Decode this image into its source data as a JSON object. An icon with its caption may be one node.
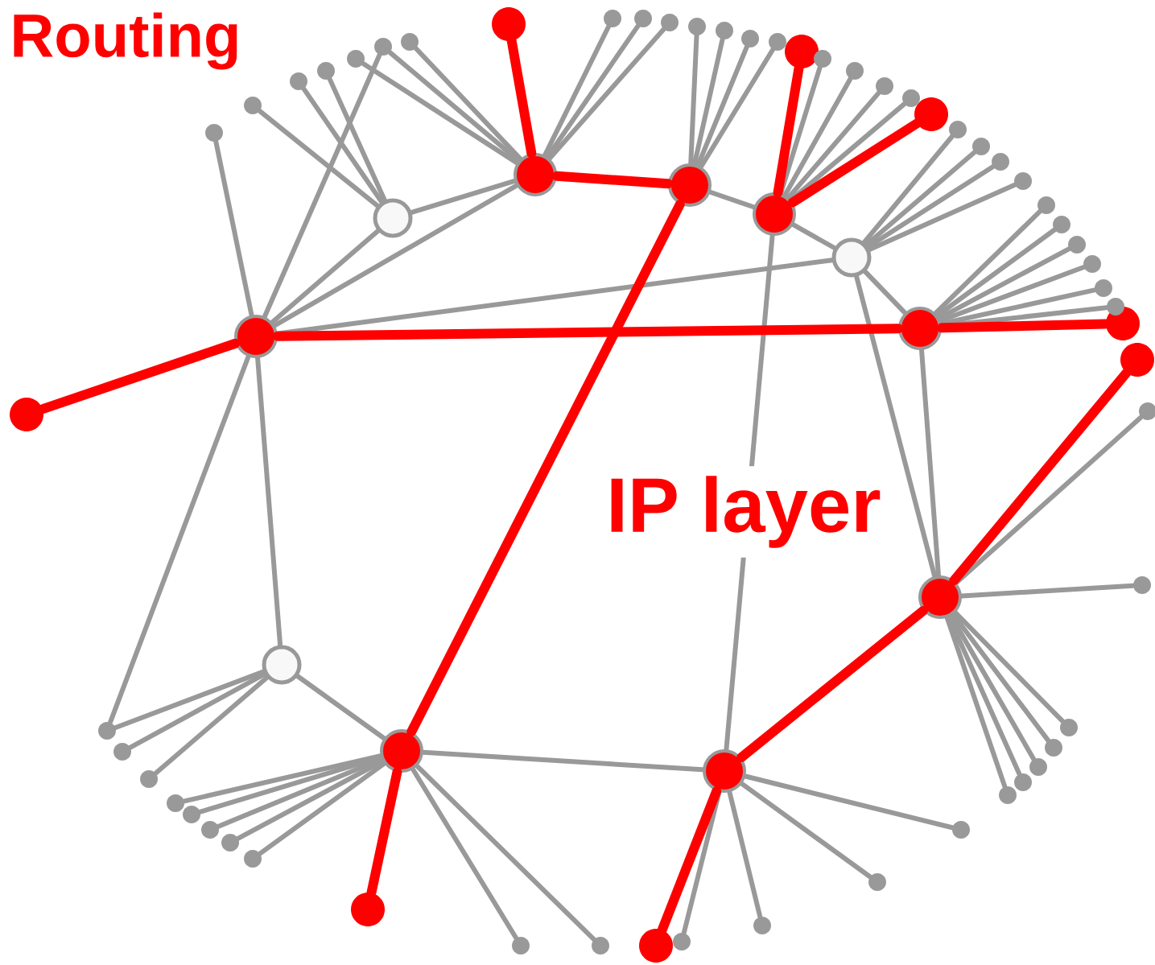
{
  "diagram": {
    "nodes": [
      {
        "text": [],
        "shape": "circle"
      },
      {
        "text": [],
        "shape": "circle"
      },
      {
        "text": [],
        "shape": "circle"
      },
      {
        "text": [],
        "shape": "circle"
      },
      {
        "text": [],
        "shape": "circle"
      },
      {
        "text": [],
        "shape": "circle"
      },
      {
        "text": [],
        "shape": "circle"
      },
      {
        "text": [],
        "shape": "circle"
      },
      {
        "text": [],
        "shape": "circle"
      },
      {
        "text": [],
        "shape": "circle"
      },
      {
        "text": [],
        "shape": "circle"
      },
      {
        "text": [],
        "shape": "circle"
      },
      {
        "text": [],
        "shape": "circle"
      },
      {
        "text": [],
        "shape": "circle"
      },
      {
        "text": [],
        "shape": "circle"
      },
      {
        "text": [],
        "shape": "circle"
      },
      {
        "text": [],
        "shape": "circle"
      },
      {
        "text": [],
        "shape": "circle"
      },
      {
        "text": [],
        "shape": "circle"
      },
      {
        "text": [],
        "shape": "circle"
      },
      {
        "text": [],
        "shape": "circle"
      },
      {
        "text": [],
        "shape": "circle"
      },
      {
        "text": [],
        "shape": "circle"
      },
      {
        "text": [],
        "shape": "circle"
      },
      {
        "text": [],
        "shape": "circle"
      },
      {
        "text": [],
        "shape": "circle"
      },
      {
        "text": [],
        "shape": "circle"
      },
      {
        "text": [],
        "shape": "circle"
      },
      {
        "text": [],
        "shape": "circle"
      },
      {
        "text": [],
        "shape": "circle"
      },
      {
        "text": [],
        "shape": "circle"
      },
      {
        "text": [],
        "shape": "circle"
      },
      {
        "text": [],
        "shape": "circle"
      },
      {
        "text": [],
        "shape": "circle"
      },
      {
        "text": [],
        "shape": "circle"
      },
      {
        "text": [],
        "shape": "circle"
      },
      {
        "text": [],
        "shape": "circle"
      },
      {
        "text": [],
        "shape": "circle"
      },
      {
        "text": [],
        "shape": "circle"
      },
      {
        "text": [],
        "shape": "circle"
      },
      {
        "text": [],
        "shape": "circle"
      },
      {
        "text": [],
        "shape": "circle"
      },
      {
        "text": [],
        "shape": "circle"
      },
      {
        "text": [],
        "shape": "circle"
      },
      {
        "text": [],
        "shape": "circle"
      },
      {
        "text": [],
        "shape": "circle"
      },
      {
        "text": [],
        "shape": "circle"
      },
      {
        "text": [],
        "shape": "circle"
      },
      {
        "text": [],
        "shape": "circle"
      },
      {
        "text": [],
        "shape": "circle"
      },
      {
        "text": [],
        "shape": "circle"
      },
      {
        "text": [],
        "shape": "circle"
      },
      {
        "text": [],
        "shape": "circle"
      },
      {
        "text": [],
        "shape": "circle"
      },
      {
        "text": [],
        "shape": "circle"
      },
      {
        "text": [],
        "shape": "circle"
      },
      {
        "text": [],
        "shape": "circle"
      },
      {
        "text": [],
        "shape": "circle"
      },
      {
        "text": [],
        "shape": "circle"
      },
      {
        "text": [],
        "shape": "circle"
      },
      {
        "text": [],
        "shape": "circle"
      },
      {
        "text": [],
        "shape": "circle"
      },
      {
        "text": [],
        "shape": "circle"
      },
      {
        "text": [],
        "shape": "circle"
      },
      {
        "text": [],
        "shape": "circle"
      },
      {
        "text": [],
        "shape": "circle"
      },
      {
        "text": [],
        "shape": "circle"
      },
      {
        "text": [],
        "shape": "circle"
      }
    ],
    "edges": [
      {
        "from": 0,
        "to": 1,
        "arrow": "none"
      },
      {
        "from": 0,
        "to": 2,
        "arrow": "none"
      },
      {
        "from": 1,
        "to": 2,
        "arrow": "none"
      },
      {
        "from": 0,
        "to": 5,
        "arrow": "none"
      },
      {
        "from": 0,
        "to": 7,
        "arrow": "none"
      },
      {
        "from": 3,
        "to": 4,
        "arrow": "none"
      },
      {
        "from": 4,
        "to": 5,
        "arrow": "none"
      },
      {
        "from": 5,
        "to": 6,
        "arrow": "none"
      },
      {
        "from": 5,
        "to": 9,
        "arrow": "none"
      },
      {
        "from": 6,
        "to": 9,
        "arrow": "none"
      },
      {
        "from": 4,
        "to": 10,
        "arrow": "none"
      },
      {
        "from": 7,
        "to": 8,
        "arrow": "none"
      },
      {
        "from": 8,
        "to": 10,
        "arrow": "none"
      },
      {
        "from": 0,
        "to": 19,
        "arrow": "none"
      },
      {
        "from": 0,
        "to": 20,
        "arrow": "none"
      },
      {
        "from": 0,
        "to": 21,
        "arrow": "none"
      },
      {
        "from": 2,
        "to": 20,
        "arrow": "none"
      },
      {
        "from": 1,
        "to": 22,
        "arrow": "none"
      },
      {
        "from": 1,
        "to": 23,
        "arrow": "none"
      },
      {
        "from": 1,
        "to": 24,
        "arrow": "none"
      },
      {
        "from": 2,
        "to": 25,
        "arrow": "none"
      },
      {
        "from": 2,
        "to": 26,
        "arrow": "none"
      },
      {
        "from": 2,
        "to": 27,
        "arrow": "none"
      },
      {
        "from": 2,
        "to": 28,
        "arrow": "none"
      },
      {
        "from": 2,
        "to": 29,
        "arrow": "none"
      },
      {
        "from": 3,
        "to": 30,
        "arrow": "none"
      },
      {
        "from": 3,
        "to": 31,
        "arrow": "none"
      },
      {
        "from": 3,
        "to": 32,
        "arrow": "none"
      },
      {
        "from": 3,
        "to": 33,
        "arrow": "none"
      },
      {
        "from": 4,
        "to": 34,
        "arrow": "none"
      },
      {
        "from": 4,
        "to": 35,
        "arrow": "none"
      },
      {
        "from": 4,
        "to": 36,
        "arrow": "none"
      },
      {
        "from": 4,
        "to": 37,
        "arrow": "none"
      },
      {
        "from": 5,
        "to": 38,
        "arrow": "none"
      },
      {
        "from": 5,
        "to": 39,
        "arrow": "none"
      },
      {
        "from": 5,
        "to": 40,
        "arrow": "none"
      },
      {
        "from": 5,
        "to": 41,
        "arrow": "none"
      },
      {
        "from": 6,
        "to": 42,
        "arrow": "none"
      },
      {
        "from": 6,
        "to": 43,
        "arrow": "none"
      },
      {
        "from": 6,
        "to": 44,
        "arrow": "none"
      },
      {
        "from": 6,
        "to": 45,
        "arrow": "none"
      },
      {
        "from": 6,
        "to": 46,
        "arrow": "none"
      },
      {
        "from": 6,
        "to": 47,
        "arrow": "none"
      },
      {
        "from": 9,
        "to": 48,
        "arrow": "none"
      },
      {
        "from": 9,
        "to": 49,
        "arrow": "none"
      },
      {
        "from": 9,
        "to": 50,
        "arrow": "none"
      },
      {
        "from": 9,
        "to": 51,
        "arrow": "none"
      },
      {
        "from": 9,
        "to": 52,
        "arrow": "none"
      },
      {
        "from": 9,
        "to": 53,
        "arrow": "none"
      },
      {
        "from": 9,
        "to": 54,
        "arrow": "none"
      },
      {
        "from": 10,
        "to": 55,
        "arrow": "none"
      },
      {
        "from": 10,
        "to": 56,
        "arrow": "none"
      },
      {
        "from": 10,
        "to": 57,
        "arrow": "none"
      },
      {
        "from": 10,
        "to": 58,
        "arrow": "none"
      },
      {
        "from": 7,
        "to": 21,
        "arrow": "none"
      },
      {
        "from": 7,
        "to": 59,
        "arrow": "none"
      },
      {
        "from": 7,
        "to": 60,
        "arrow": "none"
      },
      {
        "from": 8,
        "to": 61,
        "arrow": "none"
      },
      {
        "from": 8,
        "to": 62,
        "arrow": "none"
      },
      {
        "from": 8,
        "to": 63,
        "arrow": "none"
      },
      {
        "from": 8,
        "to": 64,
        "arrow": "none"
      },
      {
        "from": 8,
        "to": 65,
        "arrow": "none"
      },
      {
        "from": 8,
        "to": 66,
        "arrow": "none"
      },
      {
        "from": 8,
        "to": 67,
        "arrow": "none"
      },
      {
        "from": 0,
        "to": 11,
        "arrow": "none",
        "style": "thick",
        "color": "#ff0000"
      },
      {
        "from": 0,
        "to": 6,
        "arrow": "none",
        "style": "thick",
        "color": "#ff0000"
      },
      {
        "from": 6,
        "to": 15,
        "arrow": "none",
        "style": "thick",
        "color": "#ff0000"
      },
      {
        "from": 2,
        "to": 12,
        "arrow": "none",
        "style": "thick",
        "color": "#ff0000"
      },
      {
        "from": 2,
        "to": 3,
        "arrow": "none",
        "style": "thick",
        "color": "#ff0000"
      },
      {
        "from": 3,
        "to": 8,
        "arrow": "none",
        "style": "thick",
        "color": "#ff0000"
      },
      {
        "from": 4,
        "to": 13,
        "arrow": "none",
        "style": "thick",
        "color": "#ff0000"
      },
      {
        "from": 4,
        "to": 14,
        "arrow": "none",
        "style": "thick",
        "color": "#ff0000"
      },
      {
        "from": 9,
        "to": 16,
        "arrow": "none",
        "style": "thick",
        "color": "#ff0000"
      },
      {
        "from": 9,
        "to": 10,
        "arrow": "none",
        "style": "thick",
        "color": "#ff0000"
      },
      {
        "from": 10,
        "to": 18,
        "arrow": "none",
        "style": "thick",
        "color": "#ff0000"
      },
      {
        "from": 8,
        "to": 17,
        "arrow": "none",
        "style": "thick",
        "color": "#ff0000"
      }
    ],
    "labels": [
      "Routing",
      "IP layer"
    ]
  }
}
